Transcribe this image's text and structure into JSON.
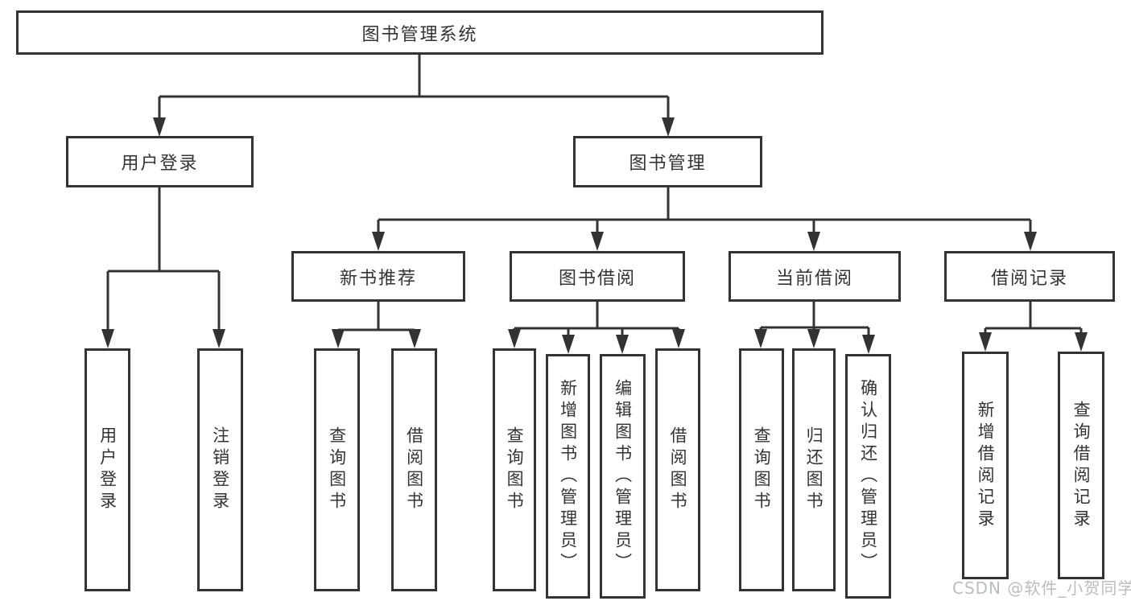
{
  "diagram": {
    "type": "tree",
    "root": {
      "label": "图书管理系统",
      "children": [
        {
          "label": "用户登录",
          "children": [
            {
              "label": "用户登录"
            },
            {
              "label": "注销登录"
            }
          ]
        },
        {
          "label": "图书管理",
          "children": [
            {
              "label": "新书推荐",
              "children": [
                {
                  "label": "查询图书"
                },
                {
                  "label": "借阅图书"
                }
              ]
            },
            {
              "label": "图书借阅",
              "children": [
                {
                  "label": "查询图书"
                },
                {
                  "label": "新增图书（管理员）"
                },
                {
                  "label": "编辑图书（管理员）"
                },
                {
                  "label": "借阅图书"
                }
              ]
            },
            {
              "label": "当前借阅",
              "children": [
                {
                  "label": "查询图书"
                },
                {
                  "label": "归还图书"
                },
                {
                  "label": "确认归还（管理员）"
                }
              ]
            },
            {
              "label": "借阅记录",
              "children": [
                {
                  "label": "新增借阅记录"
                },
                {
                  "label": "查询借阅记录"
                }
              ]
            }
          ]
        }
      ]
    }
  },
  "watermark": {
    "text": "CSDN @软件_小贺同学"
  },
  "colors": {
    "line": "#333333",
    "text": "#333333",
    "box_background": "#ffffff",
    "watermark": "#b9bcc1"
  }
}
